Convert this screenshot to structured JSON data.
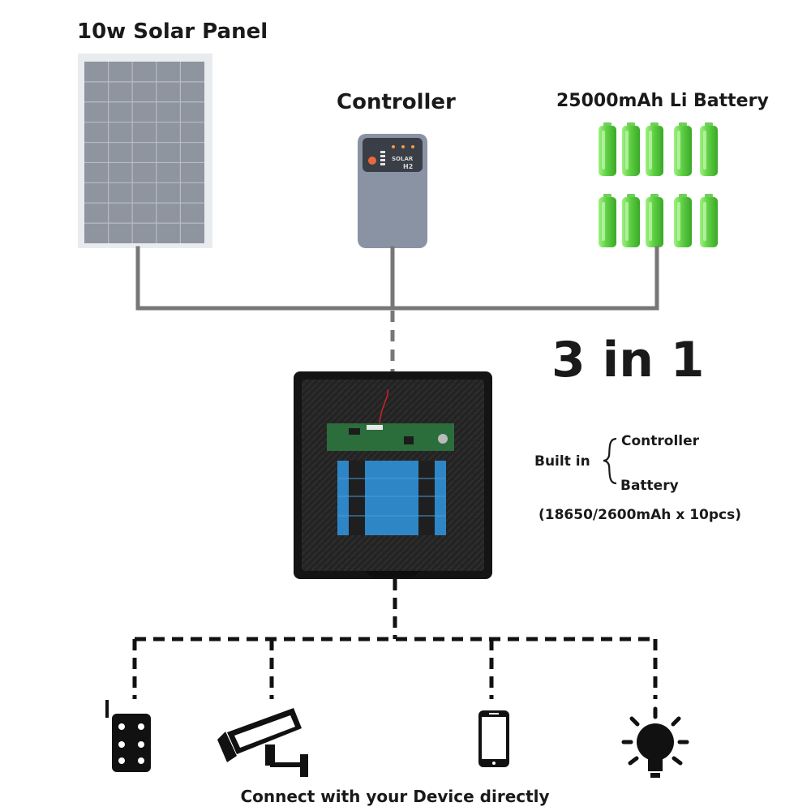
{
  "labels": {
    "solar_panel": "10w Solar Panel",
    "controller": "Controller",
    "battery": "25000mAh Li Battery",
    "three_in_one": "3 in 1",
    "built_in": "Built in",
    "built_in_controller": "Controller",
    "built_in_battery": "Battery",
    "battery_spec": "(18650/2600mAh x 10pcs)",
    "footer": "Connect with your Device directly"
  },
  "controller_device": {
    "brand": "SOLAR",
    "model": "H2"
  },
  "colors": {
    "wire": "#777777",
    "dashed": "#111111",
    "panel": "#8f959f",
    "controller": "#8a93a4",
    "cell": "#7ee26a",
    "enclosure": "#1e1e1e",
    "battery_pack": "#2f86c6"
  },
  "icons": [
    "wireless-sensor-icon",
    "security-camera-icon",
    "smartphone-icon",
    "light-bulb-icon"
  ]
}
